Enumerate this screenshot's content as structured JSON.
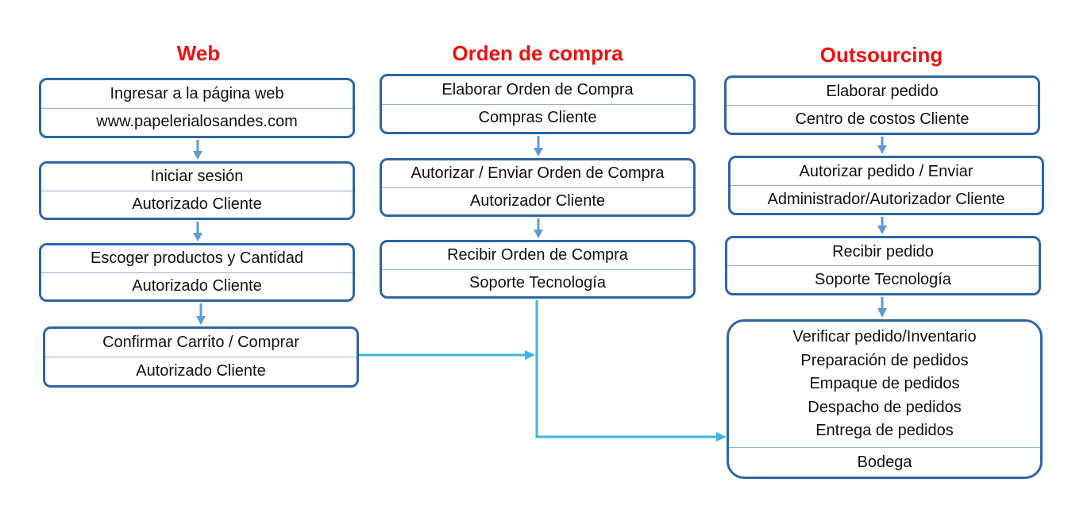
{
  "columns": {
    "web": {
      "title": "Web",
      "steps": [
        {
          "action": "Ingresar a la página web",
          "actor": "www.papelerialosandes.com"
        },
        {
          "action": "Iniciar sesión",
          "actor": "Autorizado Cliente"
        },
        {
          "action": "Escoger productos y Cantidad",
          "actor": "Autorizado Cliente"
        },
        {
          "action": "Confirmar Carrito / Comprar",
          "actor": "Autorizado Cliente"
        }
      ]
    },
    "orden": {
      "title": "Orden de compra",
      "steps": [
        {
          "action": "Elaborar Orden de Compra",
          "actor": "Compras Cliente"
        },
        {
          "action": "Autorizar / Enviar Orden de Compra",
          "actor": "Autorizador Cliente"
        },
        {
          "action": "Recibir Orden de Compra",
          "actor": "Soporte Tecnología"
        }
      ]
    },
    "outsourcing": {
      "title": "Outsourcing",
      "steps": [
        {
          "action": "Elaborar pedido",
          "actor": "Centro de costos Cliente"
        },
        {
          "action": "Autorizar pedido / Enviar",
          "actor": "Administrador/Autorizador Cliente"
        },
        {
          "action": "Recibir pedido",
          "actor": "Soporte Tecnología"
        }
      ],
      "final": {
        "tasks": [
          "Verificar pedido/Inventario",
          "Preparación de pedidos",
          "Empaque de pedidos",
          "Despacho de pedidos",
          "Entrega de pedidos"
        ],
        "actor": "Bodega"
      }
    }
  },
  "colors": {
    "title": "#ee1111",
    "box_border": "#2e65a6",
    "arrow_down": "#5b9bd5",
    "connector": "#41b3e6"
  }
}
